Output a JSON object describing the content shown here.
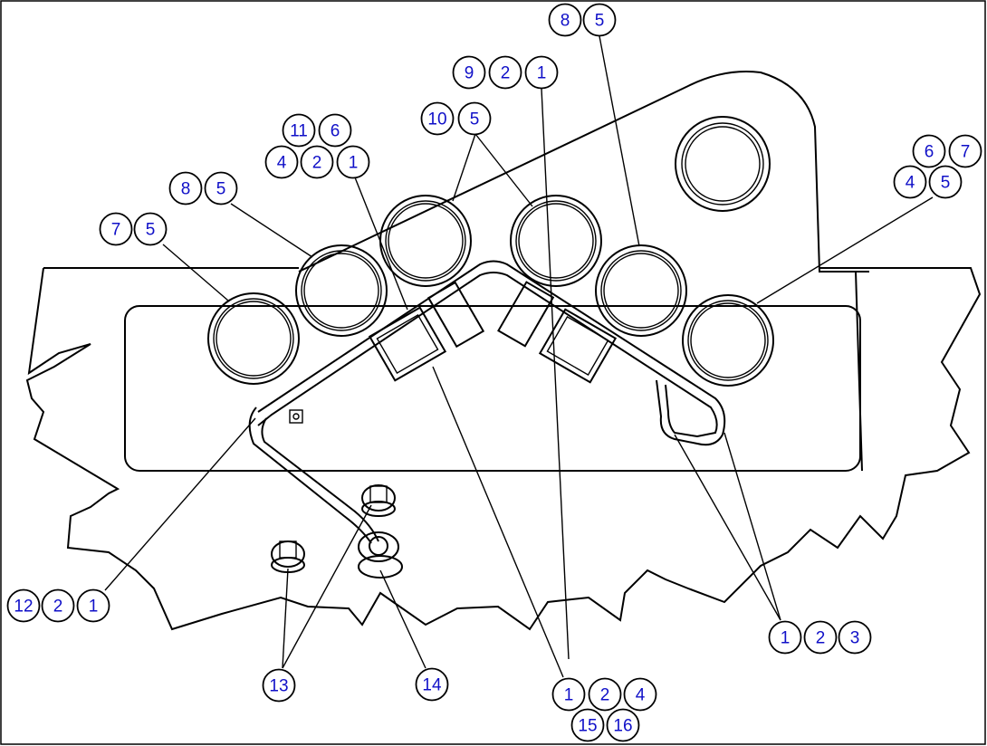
{
  "callouts": [
    {
      "id": "c-8-5-top",
      "numbers": [
        "8",
        "5"
      ]
    },
    {
      "id": "c-9-2-1",
      "numbers": [
        "9",
        "2",
        "1"
      ]
    },
    {
      "id": "c-10-5",
      "numbers": [
        "10",
        "5"
      ]
    },
    {
      "id": "c-11-6",
      "numbers": [
        "11",
        "6"
      ]
    },
    {
      "id": "c-4-2-1",
      "numbers": [
        "4",
        "2",
        "1"
      ]
    },
    {
      "id": "c-6-7",
      "numbers": [
        "6",
        "7"
      ]
    },
    {
      "id": "c-4-5",
      "numbers": [
        "4",
        "5"
      ]
    },
    {
      "id": "c-8-5-left",
      "numbers": [
        "8",
        "5"
      ]
    },
    {
      "id": "c-7-5",
      "numbers": [
        "7",
        "5"
      ]
    },
    {
      "id": "c-12-2-1",
      "numbers": [
        "12",
        "2",
        "1"
      ]
    },
    {
      "id": "c-1-2-3",
      "numbers": [
        "1",
        "2",
        "3"
      ]
    },
    {
      "id": "c-13",
      "numbers": [
        "13"
      ]
    },
    {
      "id": "c-14",
      "numbers": [
        "14"
      ]
    },
    {
      "id": "c-1-2-4",
      "numbers": [
        "1",
        "2",
        "4"
      ]
    },
    {
      "id": "c-15-16",
      "numbers": [
        "15",
        "16"
      ]
    }
  ],
  "colors": {
    "callout_text": "#1010c8",
    "line": "#000000",
    "background": "#ffffff"
  }
}
